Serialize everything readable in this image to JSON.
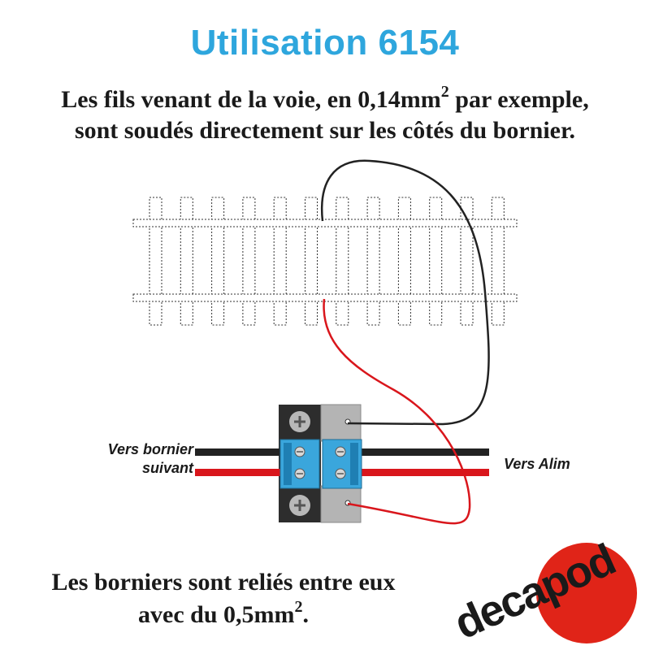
{
  "title": "Utilisation 6154",
  "intro": {
    "line1_a": "Les fils venant de la voie, en 0,14mm",
    "line1_sup": "2",
    "line1_b": " par exemple,",
    "line2": "sont soudés directement sur les côtés du bornier."
  },
  "labels": {
    "left_line1": "Vers bornier",
    "left_line2": "suivant",
    "right": "Vers Alim"
  },
  "bottom": {
    "line1": "Les borniers sont reliés entre eux",
    "line2_a": "avec du 0,5mm",
    "line2_sup": "2",
    "line2_b": "."
  },
  "logo": {
    "text": "decapod",
    "circle_color": "#e02418"
  },
  "colors": {
    "title": "#2ea6dd",
    "wire_black": "#222222",
    "wire_red": "#d9161c",
    "terminal_blue": "#3aa6dc",
    "plate_grey": "#b4b4b4",
    "plate_dark": "#2d2d2d"
  },
  "track": {
    "sleeper_count": 12
  }
}
